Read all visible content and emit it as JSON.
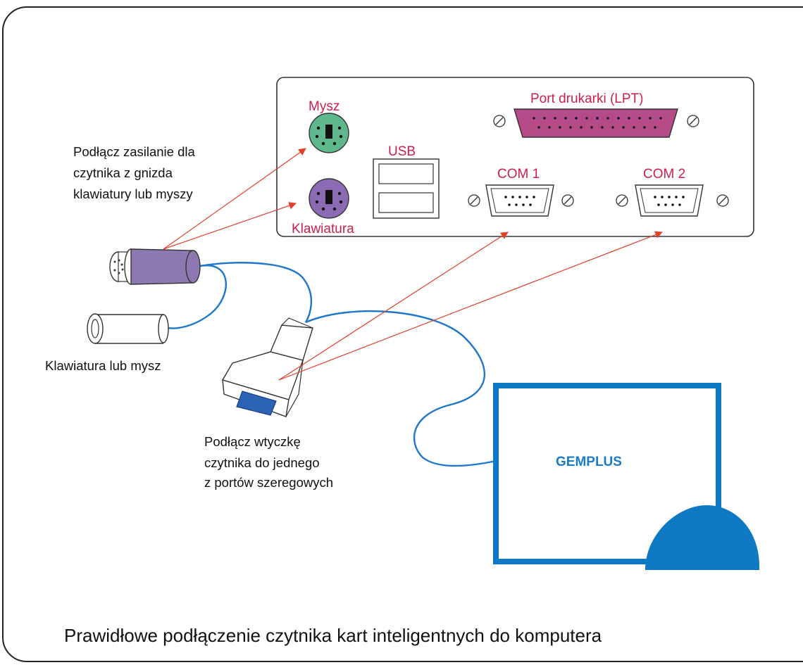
{
  "labels": {
    "mouse": "Mysz",
    "keyboard": "Klawiatura",
    "usb": "USB",
    "printer_port": "Port drukarki (LPT)",
    "com1": "COM 1",
    "com2": "COM 2",
    "power_note": [
      "Podłącz zasilanie dla",
      "czytnika z gnizda",
      "klawiatury lub myszy"
    ],
    "keyboard_or_mouse": "Klawiatura lub mysz",
    "serial_note": [
      "Podłącz wtyczkę",
      "czytnika do jednego",
      "z portów szeregowych"
    ],
    "brand": "GEMPLUS"
  },
  "caption": "Prawidłowe podłączenie czytnika kart inteligentnych do komputera",
  "colors": {
    "label_red": "#cc1f4a",
    "arrow": "#e0402a",
    "cable": "#1f77c9",
    "reader_blue": "#0f7ac3",
    "mouse_port": "#5fb88b",
    "keyboard_port": "#8b6bb3",
    "lpt_port": "#b44a86",
    "ps2_plug": "#8e78b2"
  }
}
